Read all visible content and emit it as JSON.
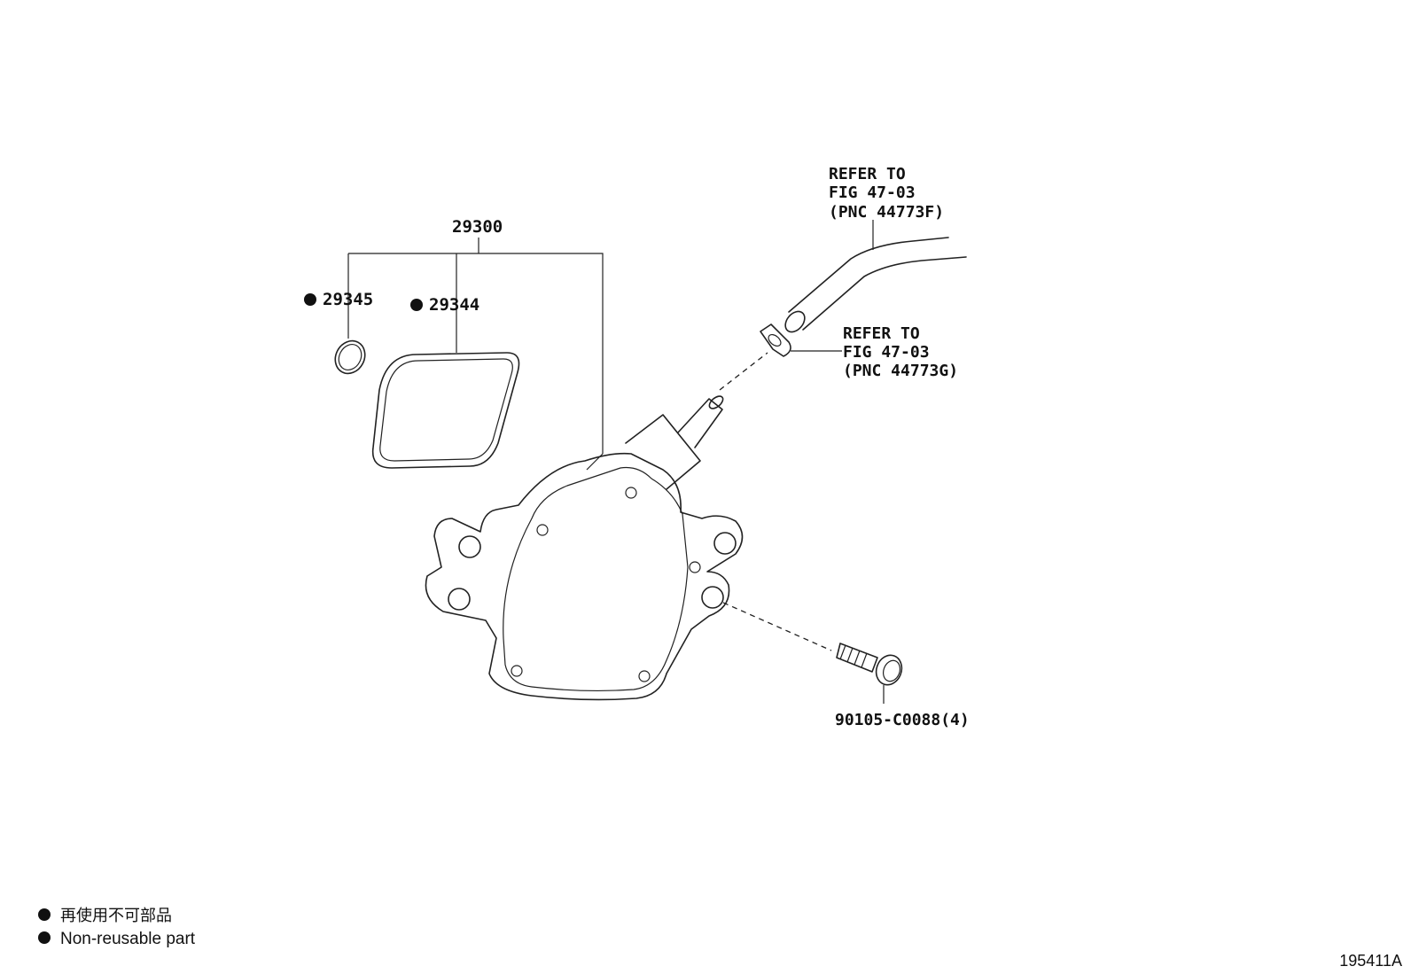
{
  "parts": {
    "assembly": {
      "number": "29300"
    },
    "o_ring": {
      "number": "29345",
      "non_reusable": true
    },
    "gasket": {
      "number": "29344",
      "non_reusable": true
    },
    "bolt": {
      "number": "90105-C0088(4)"
    }
  },
  "references": {
    "hose": {
      "line1": "REFER TO",
      "line2": "FIG 47-03",
      "line3": "(PNC 44773F)"
    },
    "clip": {
      "line1": "REFER TO",
      "line2": "FIG 47-03",
      "line3": "(PNC 44773G)"
    }
  },
  "legend": {
    "line_jp": "再使用不可部品",
    "line_en": "Non-reusable part"
  },
  "illustration_id": "195411A"
}
